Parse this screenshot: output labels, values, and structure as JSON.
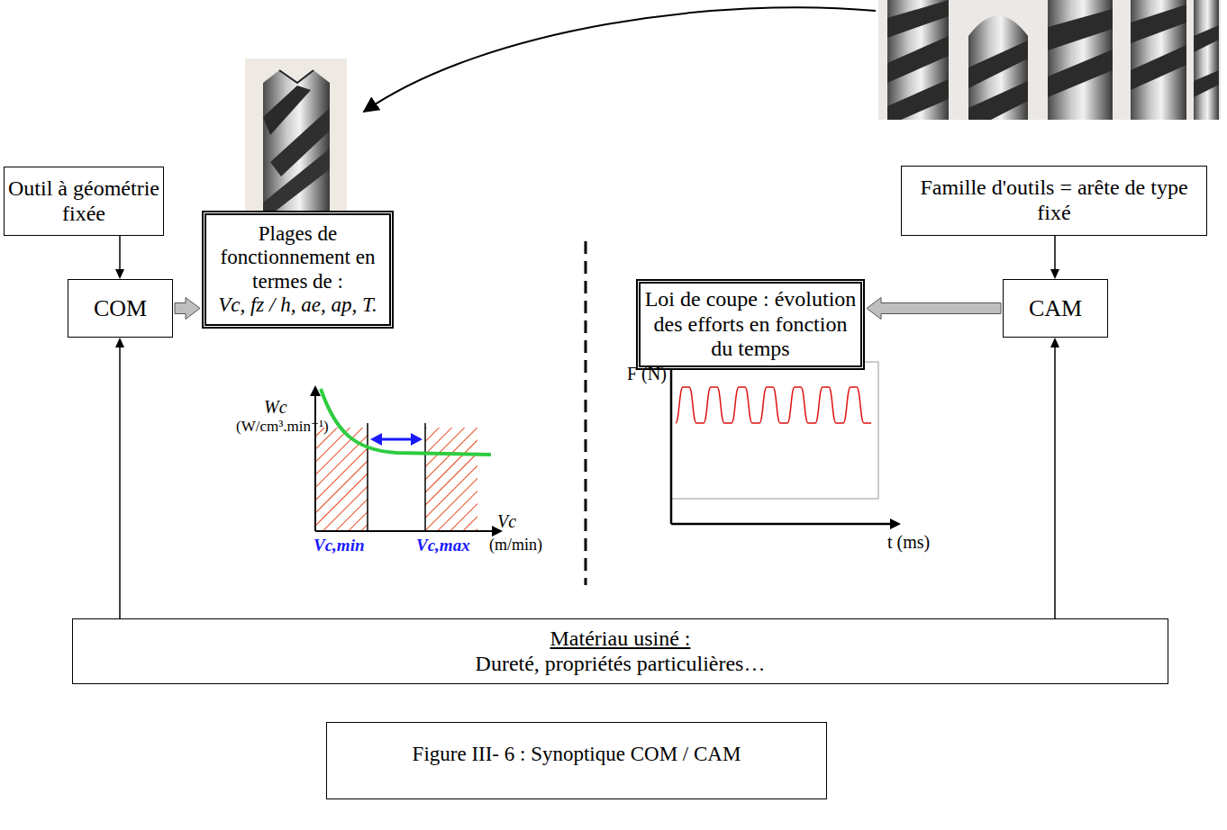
{
  "diagram": {
    "caption": "Figure III- 6 : Synoptique COM / CAM",
    "nodes": [
      {
        "text": [
          "Outil à géométrie fixée"
        ]
      },
      {
        "text": [
          "COM"
        ]
      },
      {
        "text": [
          "Plages de fonctionnement en termes de :",
          "Vc, fz / h, ae, ap, T."
        ]
      },
      {
        "text": [
          "Loi de coupe : évolution des efforts en fonction du temps"
        ]
      },
      {
        "text": [
          "Famille d'outils = arête de type fixé"
        ]
      },
      {
        "text": [
          "CAM"
        ]
      },
      {
        "text": [
          "Matériau usiné :",
          "Dureté, propriétés particulières…"
        ]
      }
    ],
    "edges": [
      {
        "from": 0,
        "to": 1,
        "arrow": "to"
      },
      {
        "from": 1,
        "to": 2,
        "arrow": "to"
      },
      {
        "from": 4,
        "to": 5,
        "arrow": "to"
      },
      {
        "from": 5,
        "to": 3,
        "arrow": "to"
      },
      {
        "from": 6,
        "to": 1,
        "arrow": "to"
      },
      {
        "from": 6,
        "to": 5,
        "arrow": "to"
      }
    ],
    "labels": [
      "Wc",
      "(W/cm³.min⁻¹)",
      "Vc,min",
      "Vc,max",
      "Vc",
      "(m/min)",
      "F (N)",
      "t (ms)"
    ]
  }
}
